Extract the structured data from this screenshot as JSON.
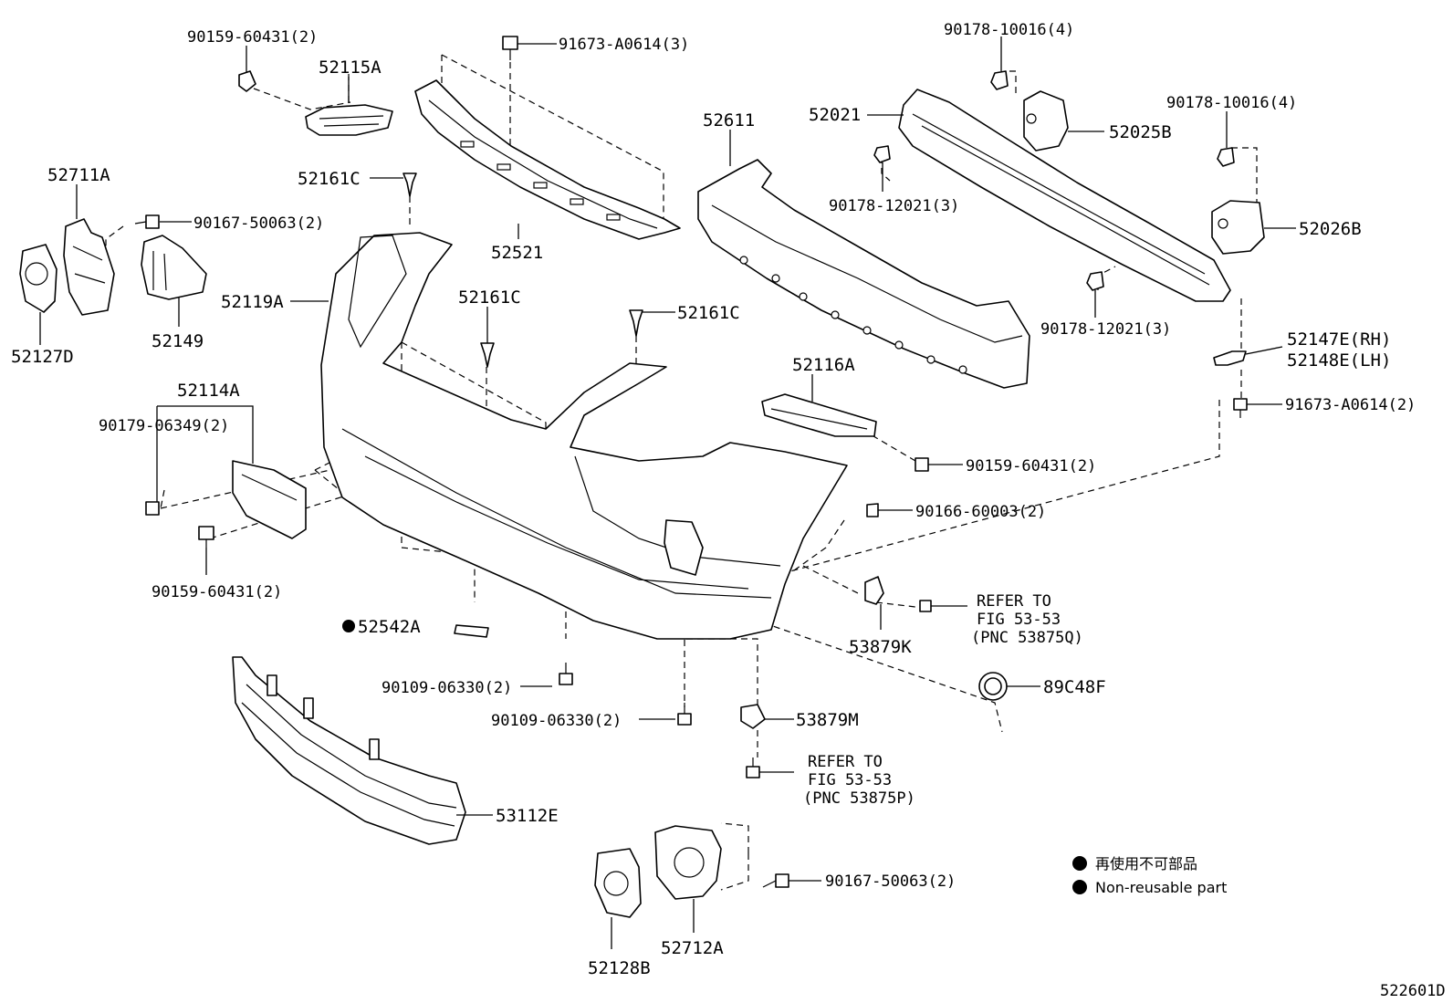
{
  "parts": {
    "p90159_top": "90159-60431(2)",
    "p52115A": "52115A",
    "p91673_top": "91673-A0614(3)",
    "p90178_10016_a": "90178-10016(4)",
    "p52711A": "52711A",
    "p90167_left": "90167-50063(2)",
    "p52161C_a": "52161C",
    "p52521": "52521",
    "p52611": "52611",
    "p52021": "52021",
    "p52025B": "52025B",
    "p90178_10016_b": "90178-10016(4)",
    "p90178_12021_a": "90178-12021(3)",
    "p52026B": "52026B",
    "p52127D": "52127D",
    "p52149": "52149",
    "p52119A": "52119A",
    "p52161C_b": "52161C",
    "p52161C_c": "52161C",
    "p90178_12021_b": "90178-12021(3)",
    "p52147E": "52147E(RH)",
    "p52148E": "52148E(LH)",
    "p52114A": "52114A",
    "p90179": "90179-06349(2)",
    "p52116A": "52116A",
    "p91673_right": "91673-A0614(2)",
    "p90159_mid": "90159-60431(2)",
    "p90166": "90166-60003(2)",
    "p90159_bot": "90159-60431(2)",
    "p52542A": "52542A",
    "p53879K": "53879K",
    "p89C48F": "89C48F",
    "p90109_a": "90109-06330(2)",
    "p90109_b": "90109-06330(2)",
    "p53879M": "53879M",
    "p53112E": "53112E",
    "p90167_bot": "90167-50063(2)",
    "p52128B": "52128B",
    "p52712A": "52712A"
  },
  "refer_q": {
    "line1": "REFER TO",
    "line2": "FIG 53-53",
    "line3": "(PNC 53875Q)"
  },
  "refer_p": {
    "line1": "REFER TO",
    "line2": "FIG 53-53",
    "line3": "(PNC 53875P)"
  },
  "legend": {
    "jp": "再使用不可部品",
    "en": "Non-reusable part"
  },
  "diagram_id": "522601D"
}
